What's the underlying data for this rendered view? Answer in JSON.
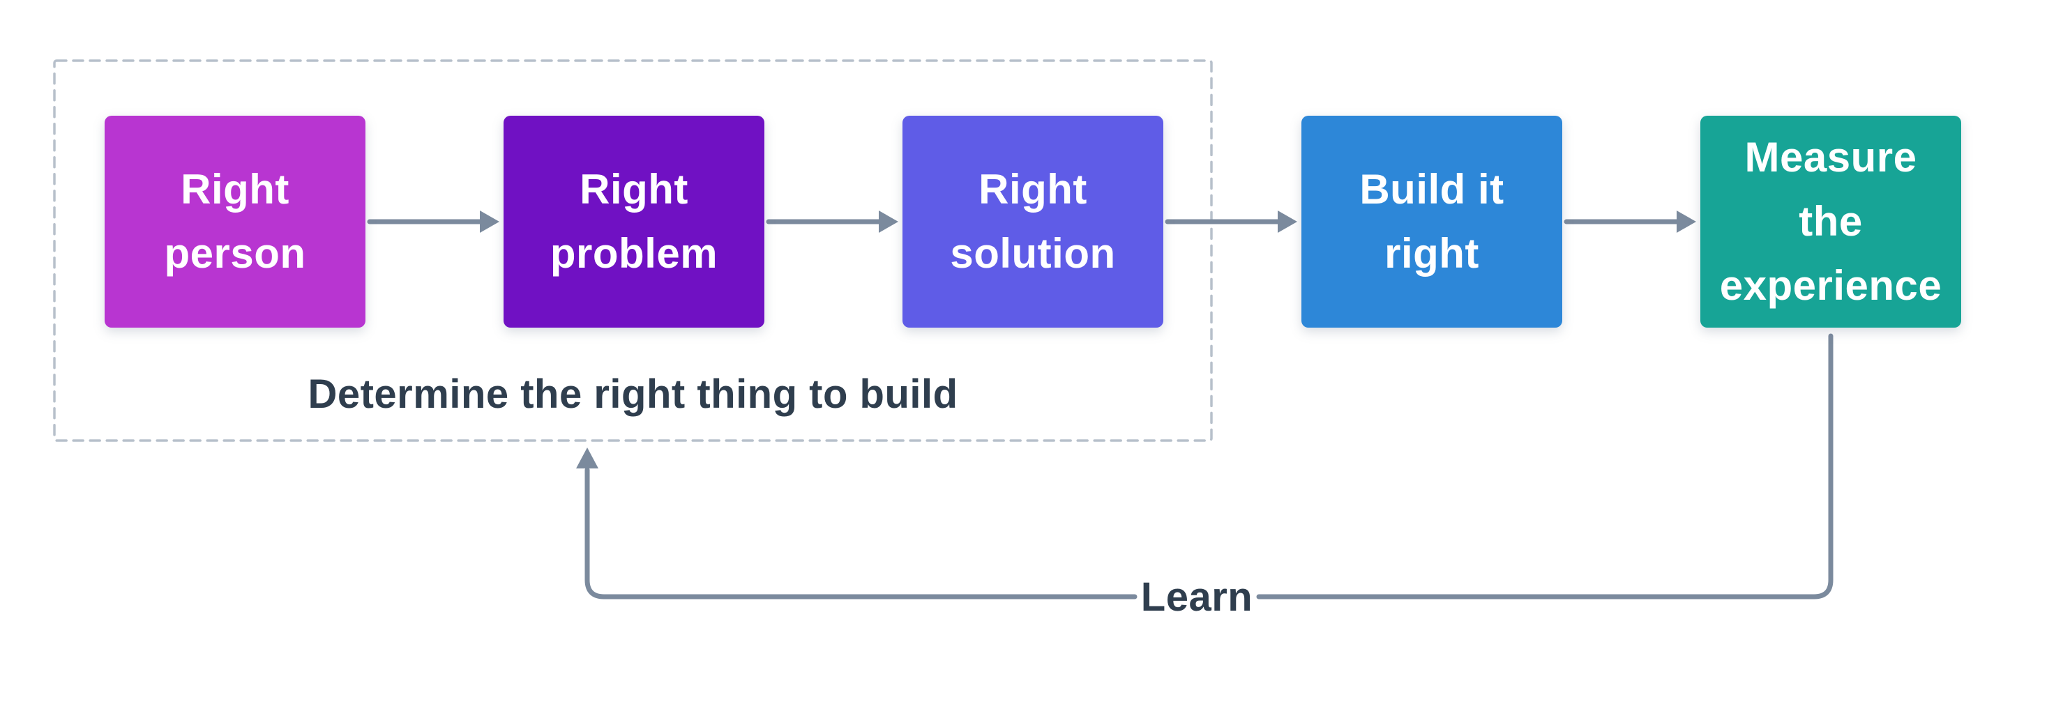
{
  "diagram": {
    "background": "#ffffff",
    "arrow_color": "#7b8a9d",
    "group": {
      "label": "Determine the right thing to build",
      "border_color": "#b7c0cb",
      "label_color": "#2f3e4e"
    },
    "nodes": [
      {
        "name": "right-person",
        "lines": [
          "Right",
          "person"
        ],
        "color": "#b835d1",
        "text_color": "#ffffff"
      },
      {
        "name": "right-problem",
        "lines": [
          "Right",
          "problem"
        ],
        "color": "#7011c3",
        "text_color": "#ffffff"
      },
      {
        "name": "right-solution",
        "lines": [
          "Right",
          "solution"
        ],
        "color": "#5f5ce7",
        "text_color": "#ffffff"
      },
      {
        "name": "build-it-right",
        "lines": [
          "Build it",
          "right"
        ],
        "color": "#2d87d8",
        "text_color": "#ffffff"
      },
      {
        "name": "measure-the-experience",
        "lines": [
          "Measure",
          "the",
          "experience"
        ],
        "color": "#17a496",
        "text_color": "#ffffff"
      }
    ],
    "feedback": {
      "label": "Learn",
      "label_color": "#2f3e4e"
    }
  }
}
